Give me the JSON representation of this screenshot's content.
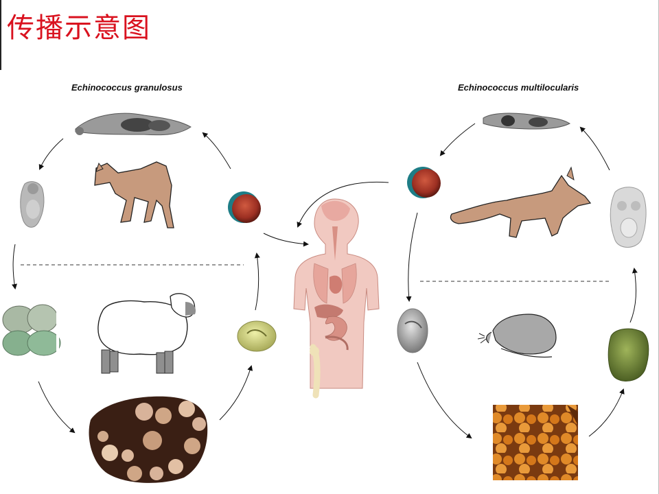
{
  "title": "传播示意图",
  "species": {
    "left": "Echinococcus granulosus",
    "right": "Echinococcus multilocularis"
  },
  "colors": {
    "title": "#d9121f",
    "animal": "#c79a7d",
    "egg": "#b13a2a",
    "egg_rim": "#1e7d86",
    "human": "#f1c9c1",
    "organ": "#d89085",
    "liver_cyst": "#7a3f22",
    "alveolar_tissue": "#d67a1e"
  },
  "icons": [
    "adult-tapeworm-icon",
    "dog-icon",
    "fox-icon",
    "sheep-icon",
    "rodent-icon",
    "egg-icon",
    "protoscolex-icon",
    "hydatid-cyst-icon",
    "human-body-icon"
  ]
}
